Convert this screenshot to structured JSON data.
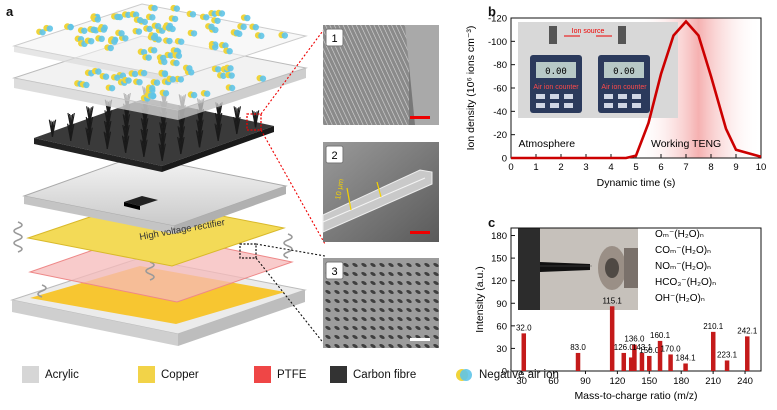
{
  "panels": {
    "a": "a",
    "b": "b",
    "c": "c"
  },
  "schematic": {
    "rectifier_label": "High voltage rectifier",
    "insets": [
      {
        "num": "1"
      },
      {
        "num": "2",
        "annotation": "10 μm"
      },
      {
        "num": "3"
      }
    ]
  },
  "legend": [
    {
      "label": "Acrylic",
      "color": "#d6d6d6"
    },
    {
      "label": "Copper",
      "color": "#f2d348"
    },
    {
      "label": "PTFE",
      "color": "#ef4646"
    },
    {
      "label": "Carbon fibre",
      "color": "#333333"
    },
    {
      "label": "Negative air ion",
      "color": "#5fc4e8"
    }
  ],
  "photo_b": {
    "ion_source": "Ion source",
    "counter_label": "Air ion counter",
    "counter_reading": "0.00"
  },
  "chart_data": [
    {
      "type": "line",
      "ylabel": "Ion density (10⁶ ions cm⁻³)",
      "xlabel": "Dynamic time (s)",
      "xlim": [
        0,
        10
      ],
      "ylim": [
        -120,
        0
      ],
      "x_ticks": [
        0,
        1,
        2,
        3,
        4,
        5,
        6,
        7,
        8,
        9,
        10
      ],
      "y_ticks": [
        -120,
        -100,
        -80,
        -60,
        -40,
        -20,
        0
      ],
      "region_labels": [
        "Atmosphere",
        "Working TENG"
      ],
      "color": "#cc0000",
      "x": [
        0,
        1,
        2,
        3,
        4,
        4.6,
        5,
        5.5,
        6,
        6.5,
        7,
        7.5,
        8,
        8.6,
        9,
        10
      ],
      "y": [
        0,
        0,
        0,
        0,
        0,
        0,
        -2,
        -30,
        -72,
        -105,
        -117,
        -105,
        -70,
        -25,
        -7,
        -1
      ]
    },
    {
      "type": "bar",
      "ylabel": "Intensity (a.u.)",
      "xlabel": "Mass-to-charge ratio (m/z)",
      "xlim": [
        20,
        255
      ],
      "ylim": [
        0,
        190
      ],
      "x_ticks": [
        30,
        60,
        90,
        120,
        150,
        180,
        210,
        240
      ],
      "y_ticks": [
        0,
        30,
        60,
        90,
        120,
        150,
        180
      ],
      "color": "#c41a1a",
      "species": [
        "Oₘ⁻(H₂O)ₙ",
        "COₘ⁻(H₂O)ₙ",
        "NOₘ⁻(H₂O)ₙ",
        "HCO₃⁻(H₂O)ₙ",
        "OH⁻(H₂O)ₙ"
      ],
      "bars": [
        {
          "x": 32.0,
          "y": 50,
          "label": "32.0"
        },
        {
          "x": 83.0,
          "y": 24,
          "label": "83.0"
        },
        {
          "x": 115.1,
          "y": 86,
          "label": "115.1"
        },
        {
          "x": 126.0,
          "y": 24,
          "label": "126.0"
        },
        {
          "x": 133,
          "y": 18,
          "label": ""
        },
        {
          "x": 136.0,
          "y": 35,
          "label": "136.0"
        },
        {
          "x": 143.1,
          "y": 24,
          "label": "143.1"
        },
        {
          "x": 150.0,
          "y": 20,
          "label": "150.0"
        },
        {
          "x": 160.1,
          "y": 40,
          "label": "160.1"
        },
        {
          "x": 170.0,
          "y": 22,
          "label": "170.0"
        },
        {
          "x": 184.1,
          "y": 10,
          "label": "184.1"
        },
        {
          "x": 210.1,
          "y": 52,
          "label": "210.1"
        },
        {
          "x": 223.1,
          "y": 14,
          "label": "223.1"
        },
        {
          "x": 242.1,
          "y": 46,
          "label": "242.1"
        }
      ]
    }
  ]
}
